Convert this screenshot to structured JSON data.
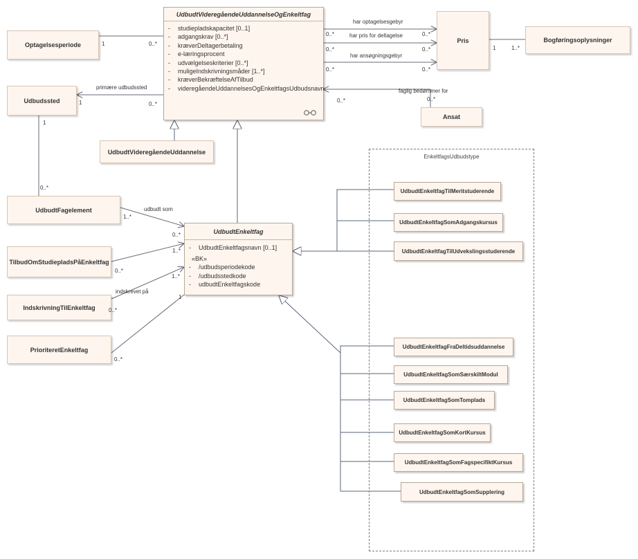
{
  "main_class": {
    "name": "UdbudtVideregåendeUddannelseOgEnkeltfag",
    "attributes": [
      "studiepladskapacitet [0..1]",
      "adgangskrav [0..*]",
      "kræverDeltagerbetaling",
      "e-læringsprocent",
      "udvælgelseskriterier [0..*]",
      "muligeIndskrivningsmåder [1..*]",
      "kræverBekræftelseAfTilbud",
      "videregåendeUddannelsesOgEnkeltfagsUdbudsnavn"
    ]
  },
  "enkeltfag_class": {
    "name": "UdbudtEnkeltfag",
    "attributes": [
      "UdbudtEnkeltfagsnavn [0..1]"
    ],
    "stereotype": "«BK»",
    "key_attributes": [
      "/udbudsperiodekode",
      "/udbudsstedkode",
      "udbudtEnkeltfagskode"
    ]
  },
  "boxes": {
    "optagelsesperiode": "Optagelsesperiode",
    "udbudssted": "Udbudssted",
    "pris": "Pris",
    "bogforing": "Bogføringsoplysninger",
    "ansat": "Ansat",
    "videregaaende": "UdbudtVideregåendeUddannelse",
    "fagelement": "UdbudtFagelement",
    "tilbud": "TilbudOmStudiepladsPåEnkeltfag",
    "indskrivning": "IndskrivningTilEnkeltfag",
    "prioriteret": "PrioriteretEnkeltfag"
  },
  "package": {
    "title": "EnkeltfagsUdbudstype",
    "subtypes": [
      "UdbudtEnkeltfagTilMeritstuderende",
      "UdbudtEnkeltfagSomAdgangskursus",
      "UdbudtEnkeltfagTilUdvekslingsstuderende",
      "UdbudtEnkeltfagFraDeltidsuddannelse",
      "UdbudtEnkeltfagSomSærskiltModul",
      "UdbudtEnkeltfagSomTomplads",
      "UdbudtEnkeltfagSomKortKursus",
      "UdbudtEnkeltfagSomFagspecifiktKursus",
      "UdbudtEnkeltfagSomSupplering"
    ]
  },
  "association_labels": {
    "optagelsesgebyr": "har optagelsesgebyr",
    "pris_deltagelse": "har pris for deltagelse",
    "ansoegningsgebyr": "har ansøgningsgebyr",
    "faglig": "faglig bedømmer for",
    "primaere": "primære udbudssted",
    "udbudt_som": "udbudt som",
    "indskrevet": "indskrevet på"
  },
  "multiplicities": {
    "optag_1": "1",
    "optag_main": "0..*",
    "main_pris1": "0..*",
    "pris1": "0..*",
    "main_pris2": "0..*",
    "pris2": "0..*",
    "main_pris3": "0..*",
    "pris3": "0..*",
    "pris_bog": "1",
    "bog": "1..*",
    "ansat": "0..*",
    "main_ansat": "0..*",
    "udbudssted_1": "1",
    "main_udbudssted": "0..*",
    "udbudssted_down": "1",
    "fagelement_up": "0..*",
    "fagelement": "1..*",
    "enkeltfag_fag": "0..*",
    "enkeltfag_tilbud": "1..*",
    "tilbud": "0..*",
    "enkeltfag_indskr": "1..*",
    "indskr": "0..*",
    "enkeltfag_prior": "1",
    "prior": "0..*"
  },
  "colors": {
    "class_fill": "#fdf5ee",
    "generalization_line": "#5a6478",
    "association_line": "#6a6a7a"
  }
}
